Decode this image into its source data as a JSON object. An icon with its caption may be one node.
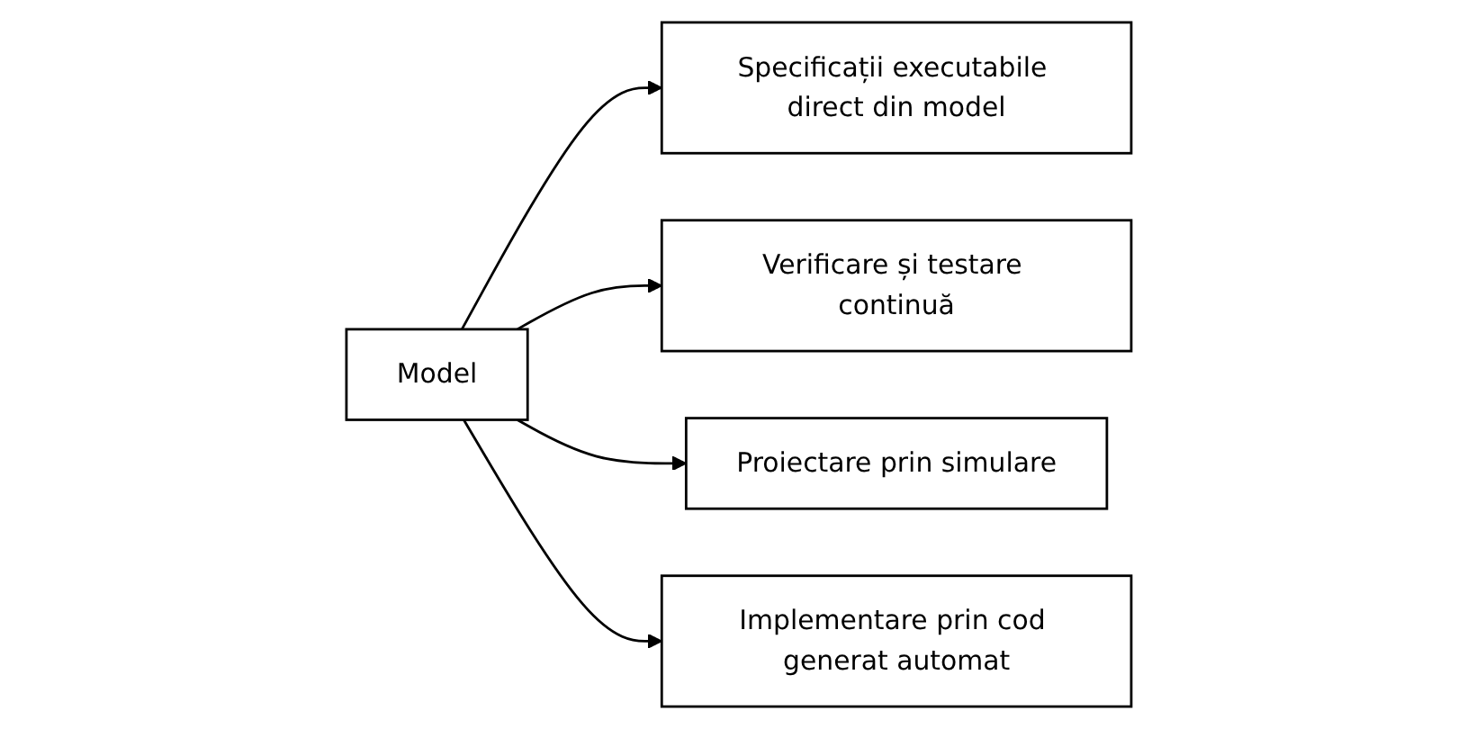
{
  "diagram": {
    "nodes": [
      {
        "text": [
          "Specificații executabile direct din model"
        ]
      },
      {
        "text": [
          "Verificare și testare continuă"
        ]
      },
      {
        "text": [
          "Model"
        ]
      },
      {
        "text": [
          "Proiectare prin simulare"
        ]
      },
      {
        "text": [
          "Implementare prin cod generat automat"
        ]
      }
    ],
    "edges": [
      {
        "from": 2,
        "to": 0,
        "arrow": "to"
      },
      {
        "from": 2,
        "to": 1,
        "arrow": "to"
      },
      {
        "from": 2,
        "to": 3,
        "arrow": "to"
      },
      {
        "from": 2,
        "to": 4,
        "arrow": "to"
      }
    ]
  }
}
